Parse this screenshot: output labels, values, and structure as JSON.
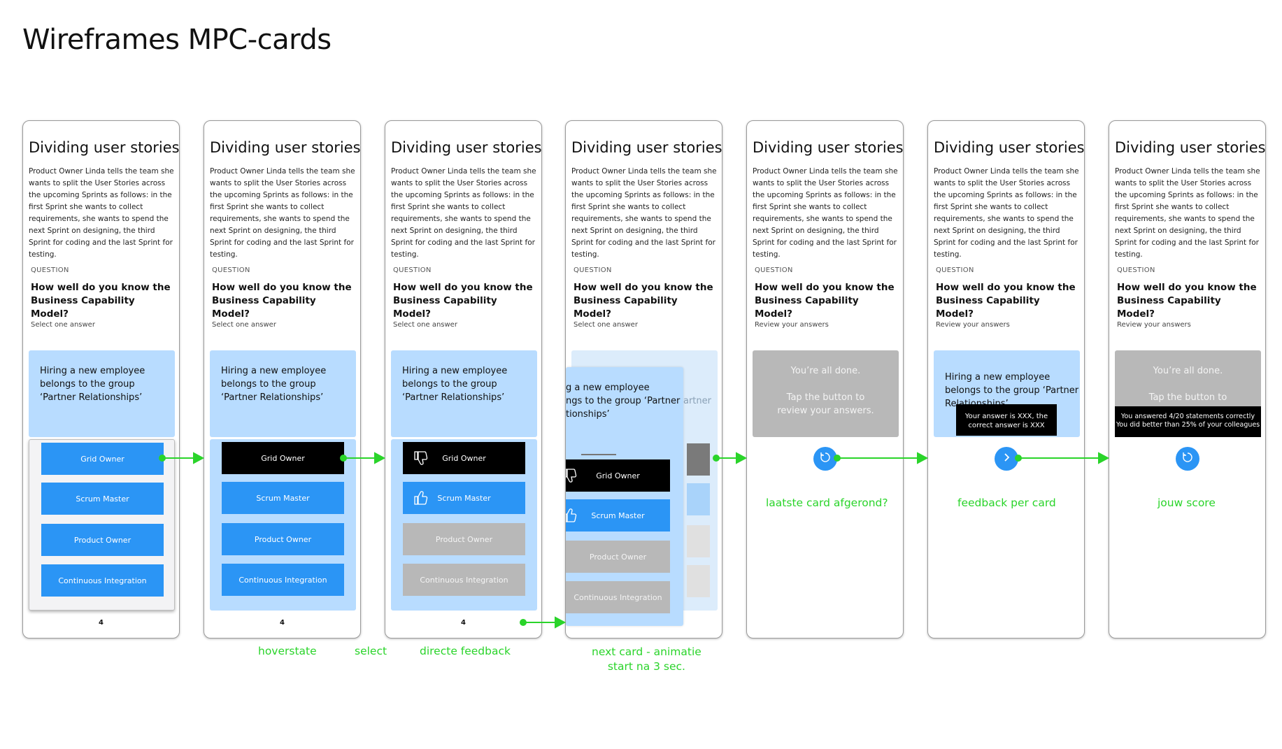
{
  "page": {
    "title": "Wireframes MPC-cards"
  },
  "card": {
    "title": "Dividing user stories",
    "story": "Product Owner Linda tells the team she wants to split the User Stories across the upcoming Sprints as follows: in the first Sprint she wants to collect requirements, she wants to spend the next Sprint on designing, the third Sprint for coding and the last Sprint for testing.",
    "question_label": "QUESTION",
    "question": "How well do you know the Business Capability Model?",
    "instruction_select": "Select one answer",
    "instruction_review": "Review your answers",
    "statement": "Hiring a new employee belongs to the group ‘Partner Relationships’",
    "statement_partial_1": "g a new employee",
    "statement_partial_2": "ngs to the group ‘Partner",
    "statement_partial_3": "tionships’",
    "statement_behind_partial": "artner",
    "statement_cut_1": "Hiring a new employee",
    "statement_cut_2": "belongs to the group ‘Partner",
    "statement_cut_3": "Relationships’",
    "options": [
      "Grid Owner",
      "Scrum Master",
      "Product Owner",
      "Continuous Integration"
    ],
    "page_number": "4",
    "done_line1": "You’re all done.",
    "done_line2": "Tap the button to",
    "done_line3": "review your answers.",
    "tooltip_feedback_1": "Your answer is XXX, the",
    "tooltip_feedback_2": "correct answer is XXX",
    "tooltip_score_1": "You answered 4/20 statements correctly",
    "tooltip_score_2": "You did better than 25% of your colleagues"
  },
  "captions": {
    "hoverstate": "hoverstate",
    "select": "select",
    "directe_feedback": "directe feedback",
    "next_card_1": "next card - animatie",
    "next_card_2": "start na 3 sec.",
    "laatste_card": "laatste card afgerond?",
    "feedback_per_card": "feedback per card",
    "jouw_score": "jouw score"
  },
  "colors": {
    "accent_blue": "#2b95f5",
    "light_blue": "#b8dcff",
    "grey": "#b8b8b8",
    "annotation_green": "#2ad42a"
  },
  "icons": [
    "thumbs-down-icon",
    "thumbs-up-icon",
    "refresh-icon",
    "chevron-right-icon"
  ]
}
